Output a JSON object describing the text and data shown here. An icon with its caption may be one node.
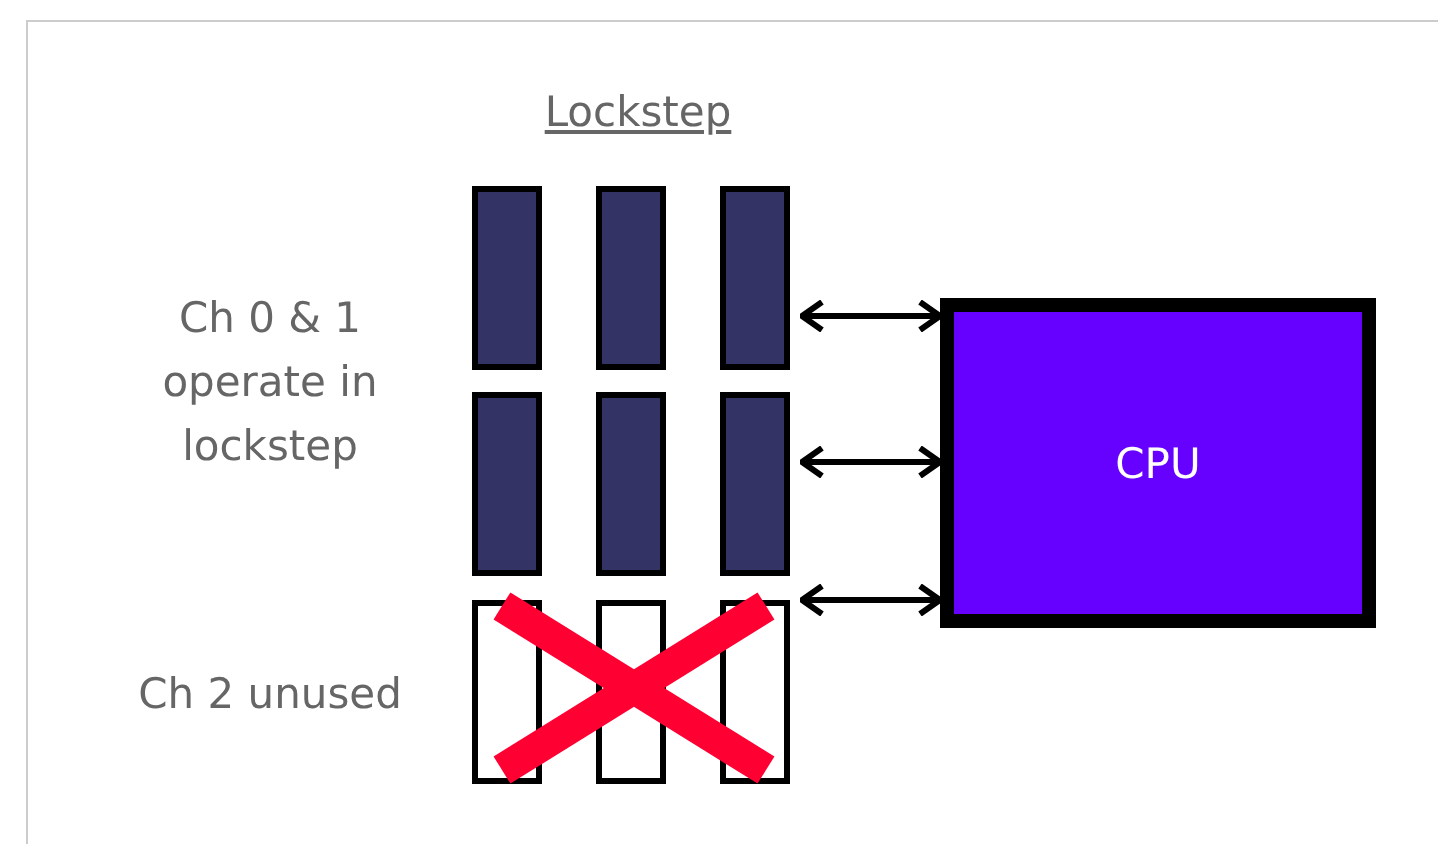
{
  "diagram": {
    "title": "Lockstep",
    "nodes": [
      {
        "text": [],
        "shape": "bar"
      },
      {
        "text": [],
        "shape": "bar"
      },
      {
        "text": [],
        "shape": "bar"
      },
      {
        "text": [],
        "shape": "bar"
      },
      {
        "text": [],
        "shape": "bar"
      },
      {
        "text": [],
        "shape": "bar"
      },
      {
        "text": [],
        "shape": "bar"
      },
      {
        "text": [],
        "shape": "bar"
      },
      {
        "text": [],
        "shape": "bar"
      },
      {
        "text": [
          "CPU"
        ]
      }
    ],
    "edges": [
      {
        "from": 2,
        "to": 9,
        "arrow": "both"
      },
      {
        "from": 5,
        "to": 9,
        "arrow": "both"
      },
      {
        "from": 8,
        "to": 9,
        "arrow": "both"
      }
    ],
    "labels": [
      "Ch 0 & 1 operate in lockstep",
      "Ch 2 unused"
    ]
  }
}
